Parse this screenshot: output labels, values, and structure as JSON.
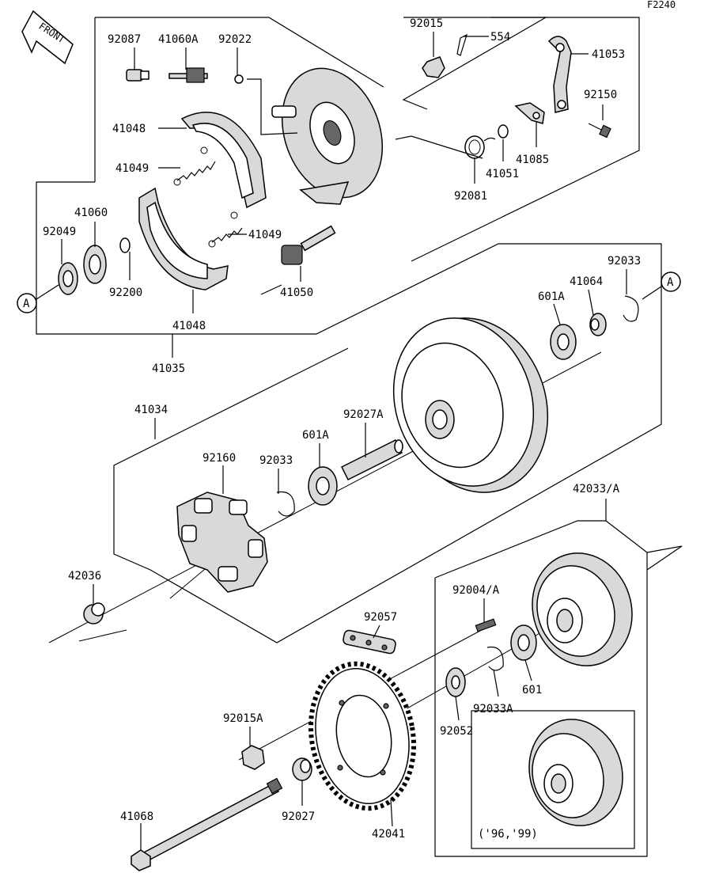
{
  "figure_code": "F2240",
  "front_label": "FRONT",
  "callouts": {
    "A_left": "A",
    "A_right": "A"
  },
  "labels": {
    "p92087": "92087",
    "p41060A": "41060A",
    "p92022": "92022",
    "p92015": "92015",
    "p554": "554",
    "p41053": "41053",
    "p41048_top": "41048",
    "p92150": "92150",
    "p41049_top": "41049",
    "p41085": "41085",
    "p41051": "41051",
    "p92081": "92081",
    "p41060": "41060",
    "p92049": "92049",
    "p41049_mid": "41049",
    "p92200": "92200",
    "p41050": "41050",
    "p41048_bot": "41048",
    "p41035": "41035",
    "p92033_top": "92033",
    "p41064": "41064",
    "p601A_top": "601A",
    "p41034": "41034",
    "p92027A": "92027A",
    "p601A_mid": "601A",
    "p92160": "92160",
    "p92033_mid": "92033",
    "p42033A": "42033/A",
    "p42036": "42036",
    "p92004A": "92004/A",
    "p92057": "92057",
    "p601": "601",
    "p92033A": "92033A",
    "p92052": "92052",
    "p92015A": "92015A",
    "p92027": "92027",
    "p42041": "42041",
    "p41068": "41068",
    "year_note": "('96,'99)"
  }
}
